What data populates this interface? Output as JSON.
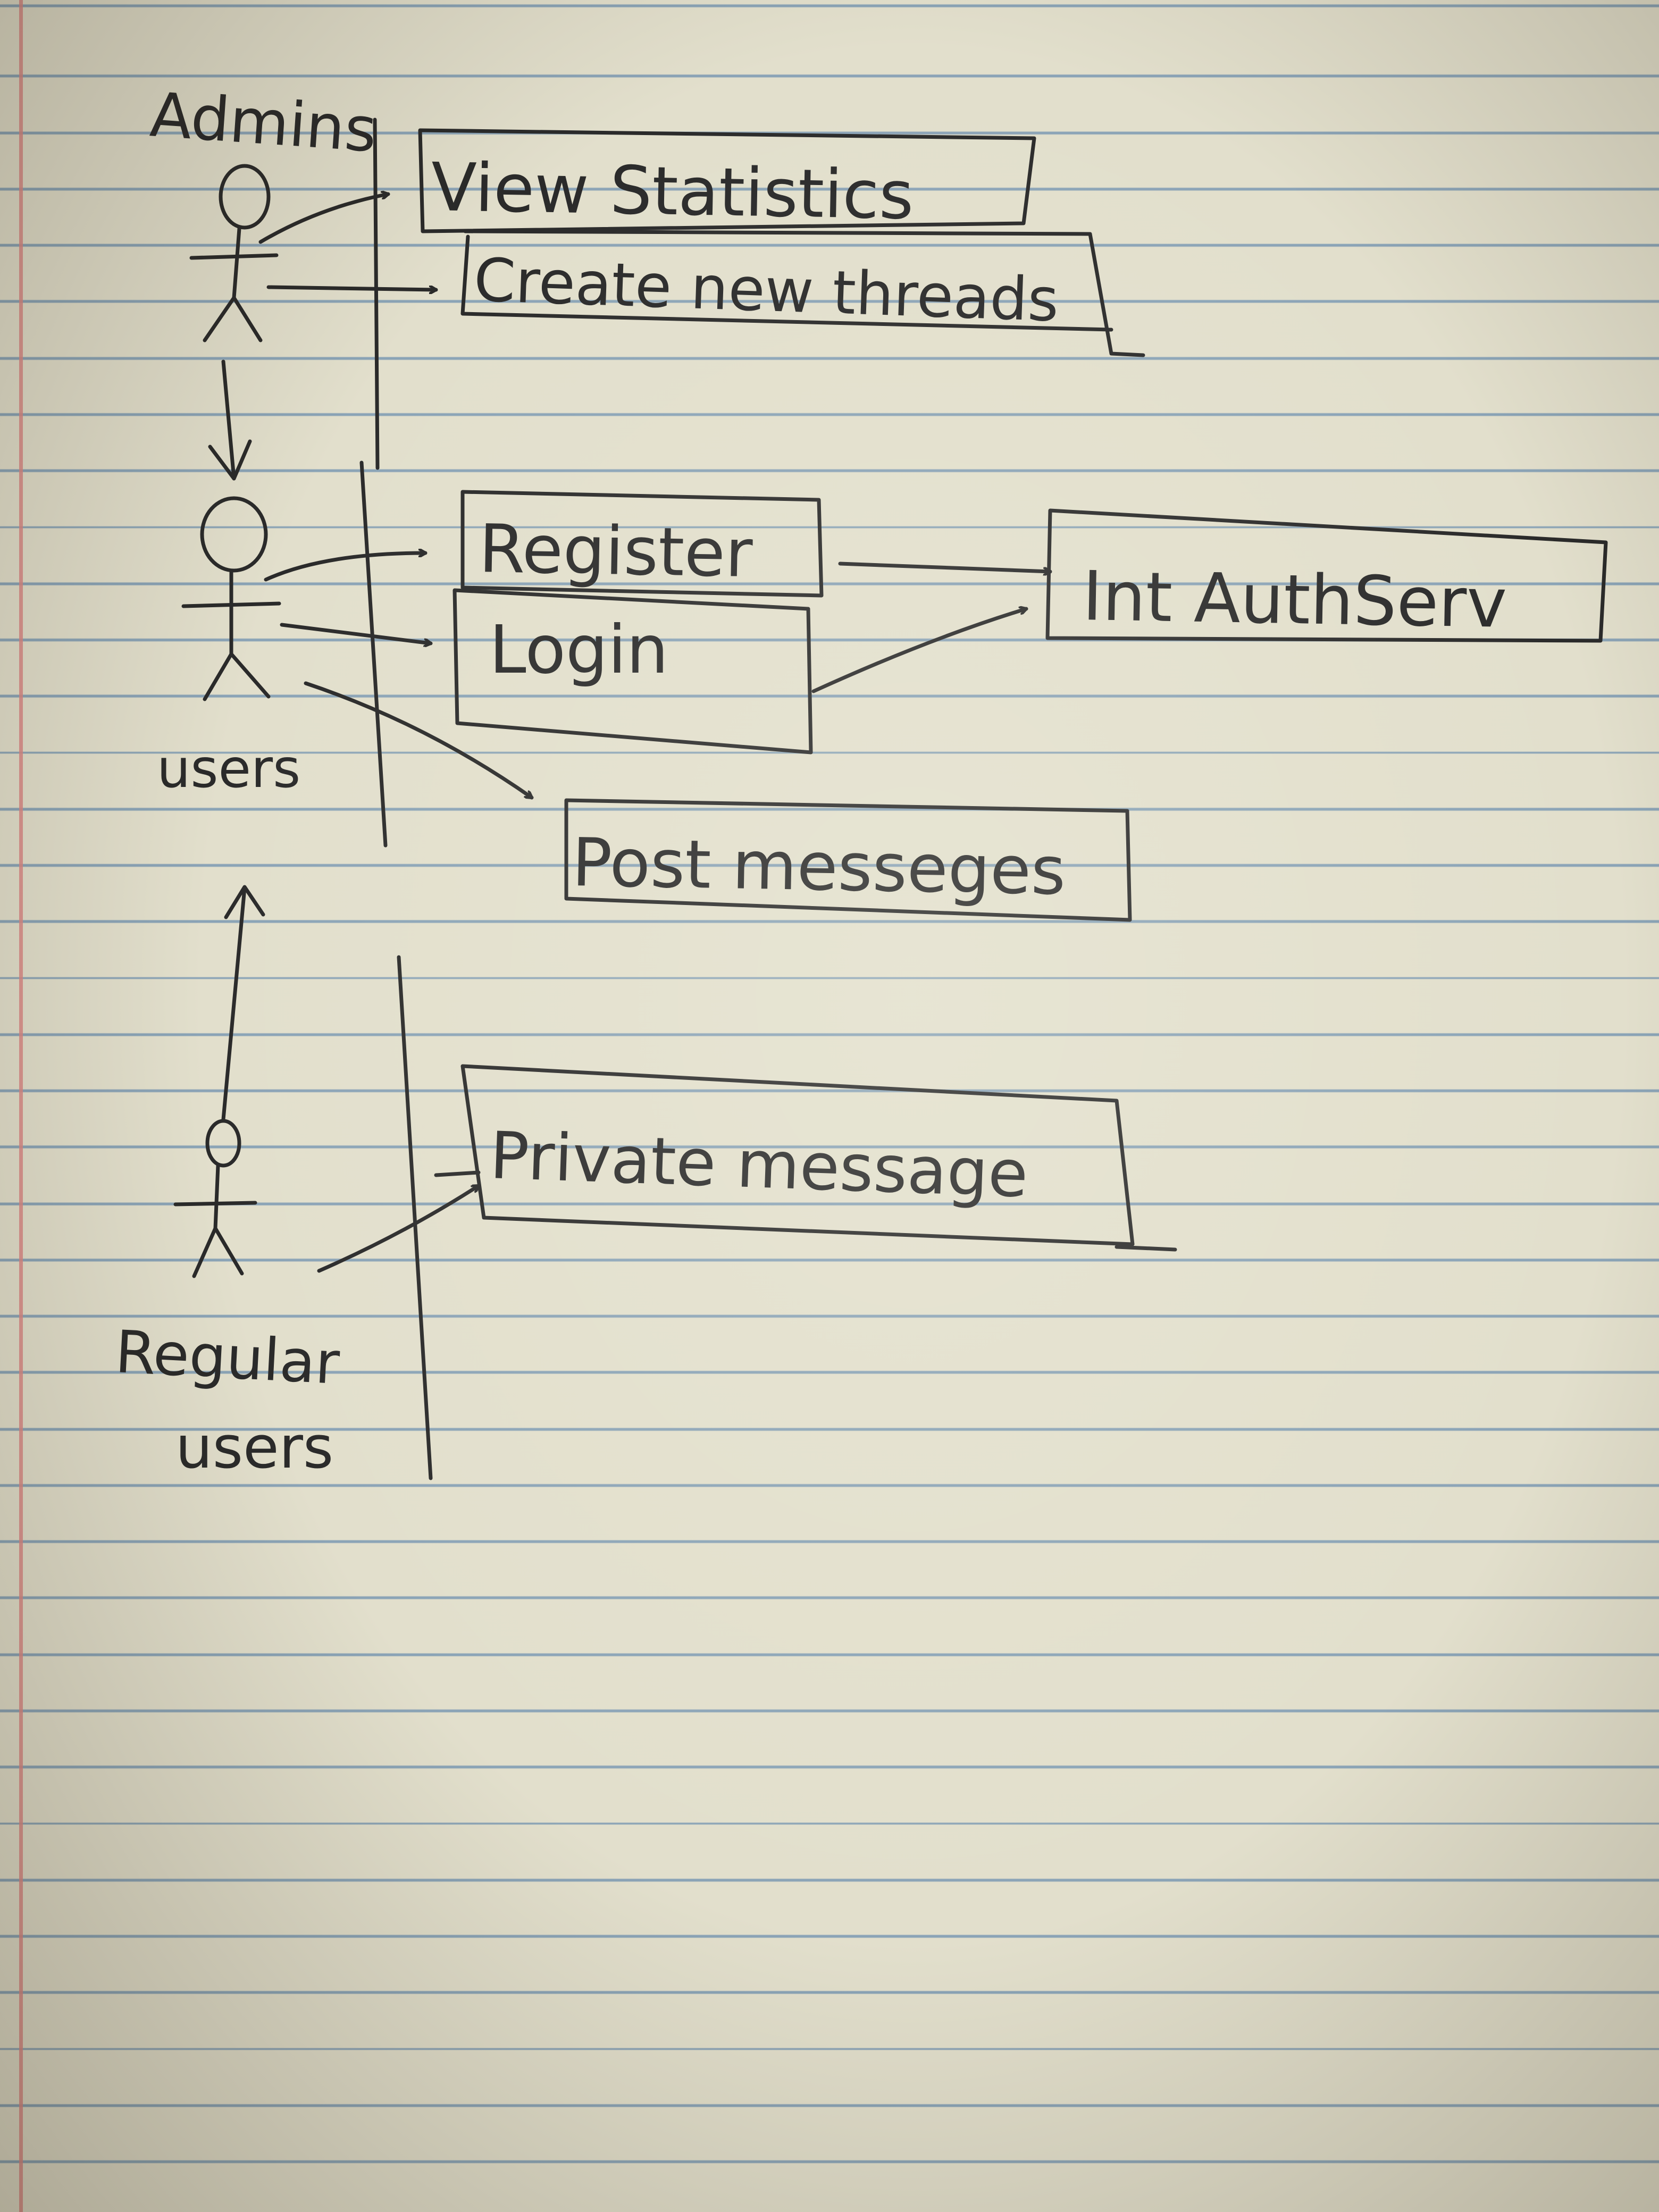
{
  "actors": {
    "admins": "Admins",
    "users": "users",
    "regular_users_line1": "Regular",
    "regular_users_line2": "users"
  },
  "use_cases": {
    "view_statistics": "View Statistics",
    "create_threads": "Create new threads",
    "register": "Register",
    "login": "Login",
    "post_messages": "Post messeges",
    "private_message": "Private message",
    "auth_service": "Int AuthServ"
  },
  "colors": {
    "ink": "#2a2a2a",
    "paper": "#e2dfcc",
    "rule_line": "#8aa3b6",
    "margin_line": "#d98a86"
  }
}
